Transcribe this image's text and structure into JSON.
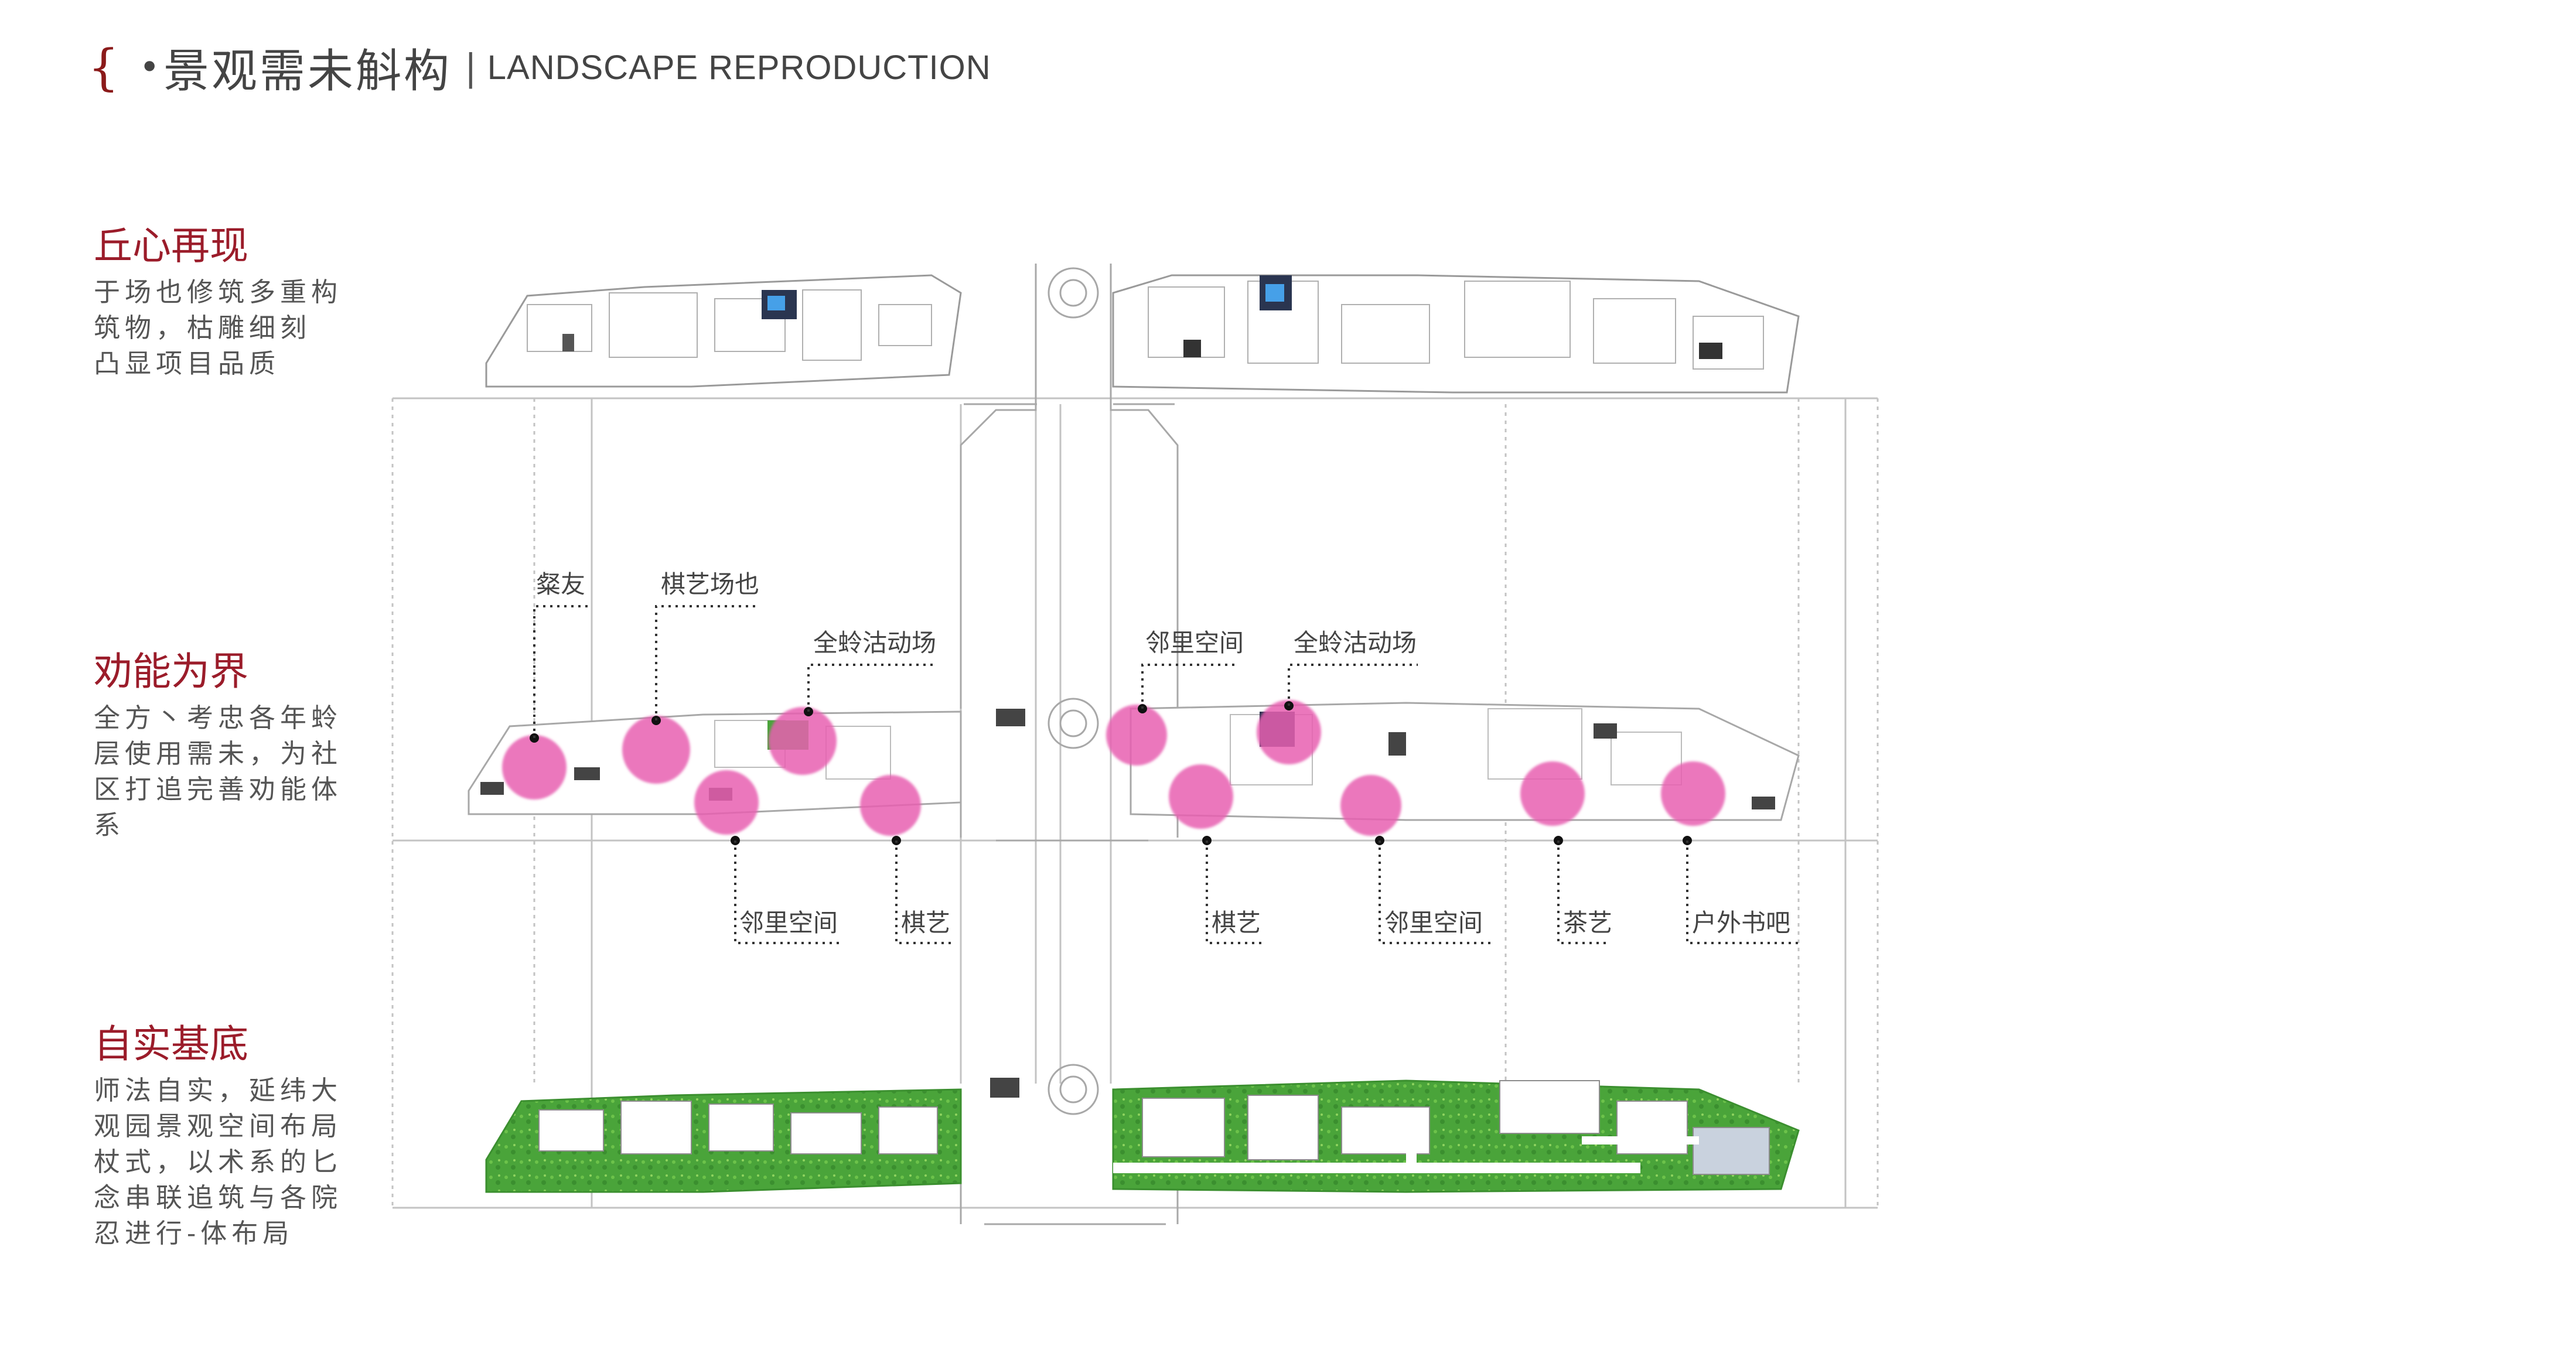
{
  "header": {
    "brace": "{",
    "title_cn": "景观需未斛构",
    "separator": "|",
    "title_en": "LANDSCAPE REPRODUCTION"
  },
  "sections": [
    {
      "title": "丘心再现",
      "lines": [
        "于场也修筑多重构",
        "筑物，枯雕细刻",
        "凸显项目品质"
      ]
    },
    {
      "title": "劝能为界",
      "lines": [
        "全方丶考忠各年蛉",
        "层使用需未，为社",
        "区打追完善劝能体",
        "系"
      ]
    },
    {
      "title": "自实基底",
      "lines": [
        "师法自实，延纬大",
        "观园景观空间布局",
        "杖式，以术系的匕",
        "念串联追筑与各院",
        "忍进行-体布局"
      ]
    }
  ],
  "callouts": {
    "upper": [
      "粲友",
      "棋艺场也",
      "全蛉沽动场",
      "邻里空间",
      "全蛉沽动场"
    ],
    "lower": [
      "邻里空间",
      "棋艺",
      "棋艺",
      "邻里空间",
      "茶艺",
      "户外书吧"
    ]
  },
  "colors": {
    "accent": "#9b1c2a",
    "marker_pink": "#e85fb0",
    "green": "#4aa43a",
    "line": "#b9b9b9"
  }
}
